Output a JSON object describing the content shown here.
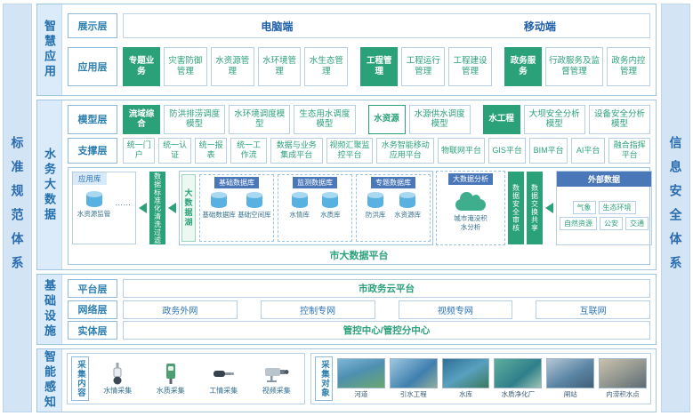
{
  "colors": {
    "teal": "#2ba179",
    "blue": "#2f74b5",
    "dark_blue": "#4a77b8",
    "light_blue": "#d3e5f5"
  },
  "left_bar": {
    "label": "标准规范体系"
  },
  "right_bar": {
    "label": "信息安全体系"
  },
  "smart_app": {
    "band": "智慧应用",
    "display_layer": "展示层",
    "pc": "电脑端",
    "mobile": "移动端",
    "app_layer": "应用层",
    "groups": [
      {
        "header": "专题业务",
        "items": [
          "灾害防御管理",
          "水资源管理",
          "水环境管理",
          "水生态管理"
        ]
      },
      {
        "header": "工程管理",
        "items": [
          "工程运行管理",
          "工程建设管理"
        ]
      },
      {
        "header": "政务服务",
        "items": [
          "行政服务及监督管理",
          "政务内控管理"
        ]
      }
    ]
  },
  "big_data": {
    "band": "水务大数据",
    "model_layer": "模型层",
    "model_groups": [
      {
        "header": "流域综合",
        "items": [
          "防洪排涝调度模型",
          "水环境调度模型",
          "生态用水调度模型"
        ]
      },
      {
        "header": "水资源",
        "items": [
          "水源供水调度模型"
        ]
      },
      {
        "header": "水工程",
        "items": [
          "大坝安全分析模型",
          "设备安全分析模型"
        ]
      }
    ],
    "support_layer": "支撑层",
    "support_items": [
      "统一门户",
      "统一认证",
      "统一报表",
      "统一工作流",
      "数据与业务集成平台",
      "视频汇聚监控平台",
      "水务智能移动应用平台",
      "物联网平台",
      "GIS平台",
      "BIM平台",
      "AI平台",
      "融合指挥平台"
    ],
    "platform": {
      "app_lib": {
        "tab": "应用库",
        "item": "水资源监管",
        "more": "……"
      },
      "cleaning": "数据标准化清洗过滤",
      "lake": "大数据湖",
      "db_groups": [
        {
          "tab": "基础数据库",
          "items": [
            "基础数据库",
            "基础空间库"
          ]
        },
        {
          "tab": "监测数据库",
          "items": [
            "水情库",
            "水质库"
          ]
        },
        {
          "tab": "专题数据库",
          "items": [
            "防洪库",
            "水资源库"
          ]
        }
      ],
      "analysis": {
        "tab": "大数据分析",
        "item": "城市淹没积水分析"
      },
      "audit": "数据安全审核",
      "exchange": "数据交换共享",
      "external": {
        "tab": "外部数据",
        "items": [
          "气象",
          "生态环境",
          "自然资源",
          "公安",
          "交通"
        ]
      },
      "bottom": "市大数据平台"
    }
  },
  "infrastructure": {
    "band": "基础设施",
    "platform_layer": "平台层",
    "platform_value": "市政务云平台",
    "network_layer": "网络层",
    "networks": [
      "政务外网",
      "控制专网",
      "视频专网",
      "互联网"
    ],
    "entity_layer": "实体层",
    "entity_value": "管控中心/管控分中心"
  },
  "sensing": {
    "band": "智能感知",
    "content_label": "采集内容",
    "sensors": [
      "水情采集",
      "水质采集",
      "工情采集",
      "视频采集"
    ],
    "object_label": "采集对象",
    "objects": [
      "河道",
      "引水工程",
      "水库",
      "水质净化厂",
      "闸站",
      "内涝积水点"
    ]
  }
}
